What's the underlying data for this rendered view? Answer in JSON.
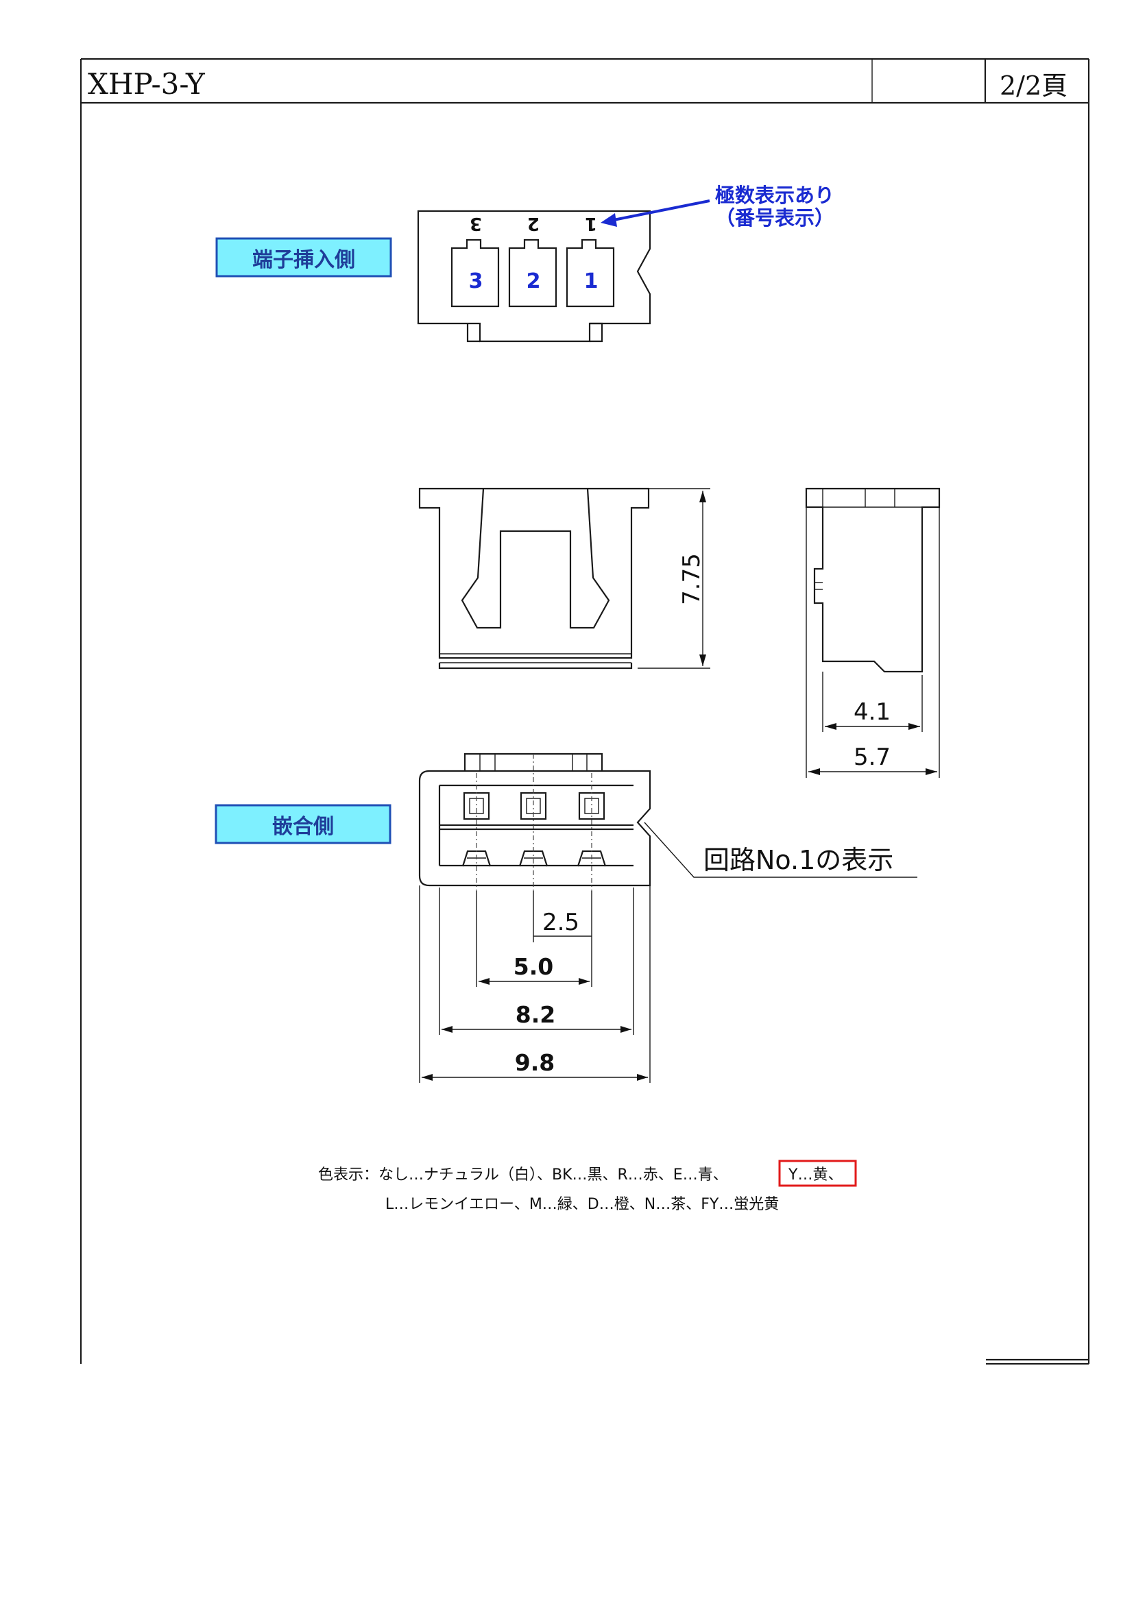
{
  "header": {
    "part_number": "XHP-3-Y",
    "middle_cell": "",
    "page": "2/2頁"
  },
  "top_view": {
    "label": "端子挿入側",
    "annotation_line1": "極数表示あり",
    "annotation_line2": "（番号表示）",
    "cavity_numbers": [
      "3",
      "2",
      "1"
    ],
    "molded_numbers": [
      "3",
      "2",
      "1"
    ]
  },
  "side_view": {
    "height_dim": "7.75"
  },
  "end_view": {
    "inner_depth_dim": "4.1",
    "outer_depth_dim": "5.7"
  },
  "mating_view": {
    "label": "嵌合側",
    "circuit_note": "回路No.1の表示",
    "pitch_dim": "2.5",
    "span_dim": "5.0",
    "inner_width_dim": "8.2",
    "outer_width_dim": "9.8"
  },
  "color_notes": {
    "line1_before": "色表示：なし…ナチュラル（白）、BK…黒、R…赤、E…青、",
    "highlight": "Y…黄、",
    "line2": "L…レモンイエロー、M…緑、D…橙、N…茶、FY…蛍光黄"
  },
  "colors": {
    "label_fill": "#7ef0ff",
    "label_border": "#1f4fb5",
    "label_text": "#1f3d99",
    "annotation_blue": "#1a2bd1",
    "highlight_red": "#e21a1a"
  }
}
